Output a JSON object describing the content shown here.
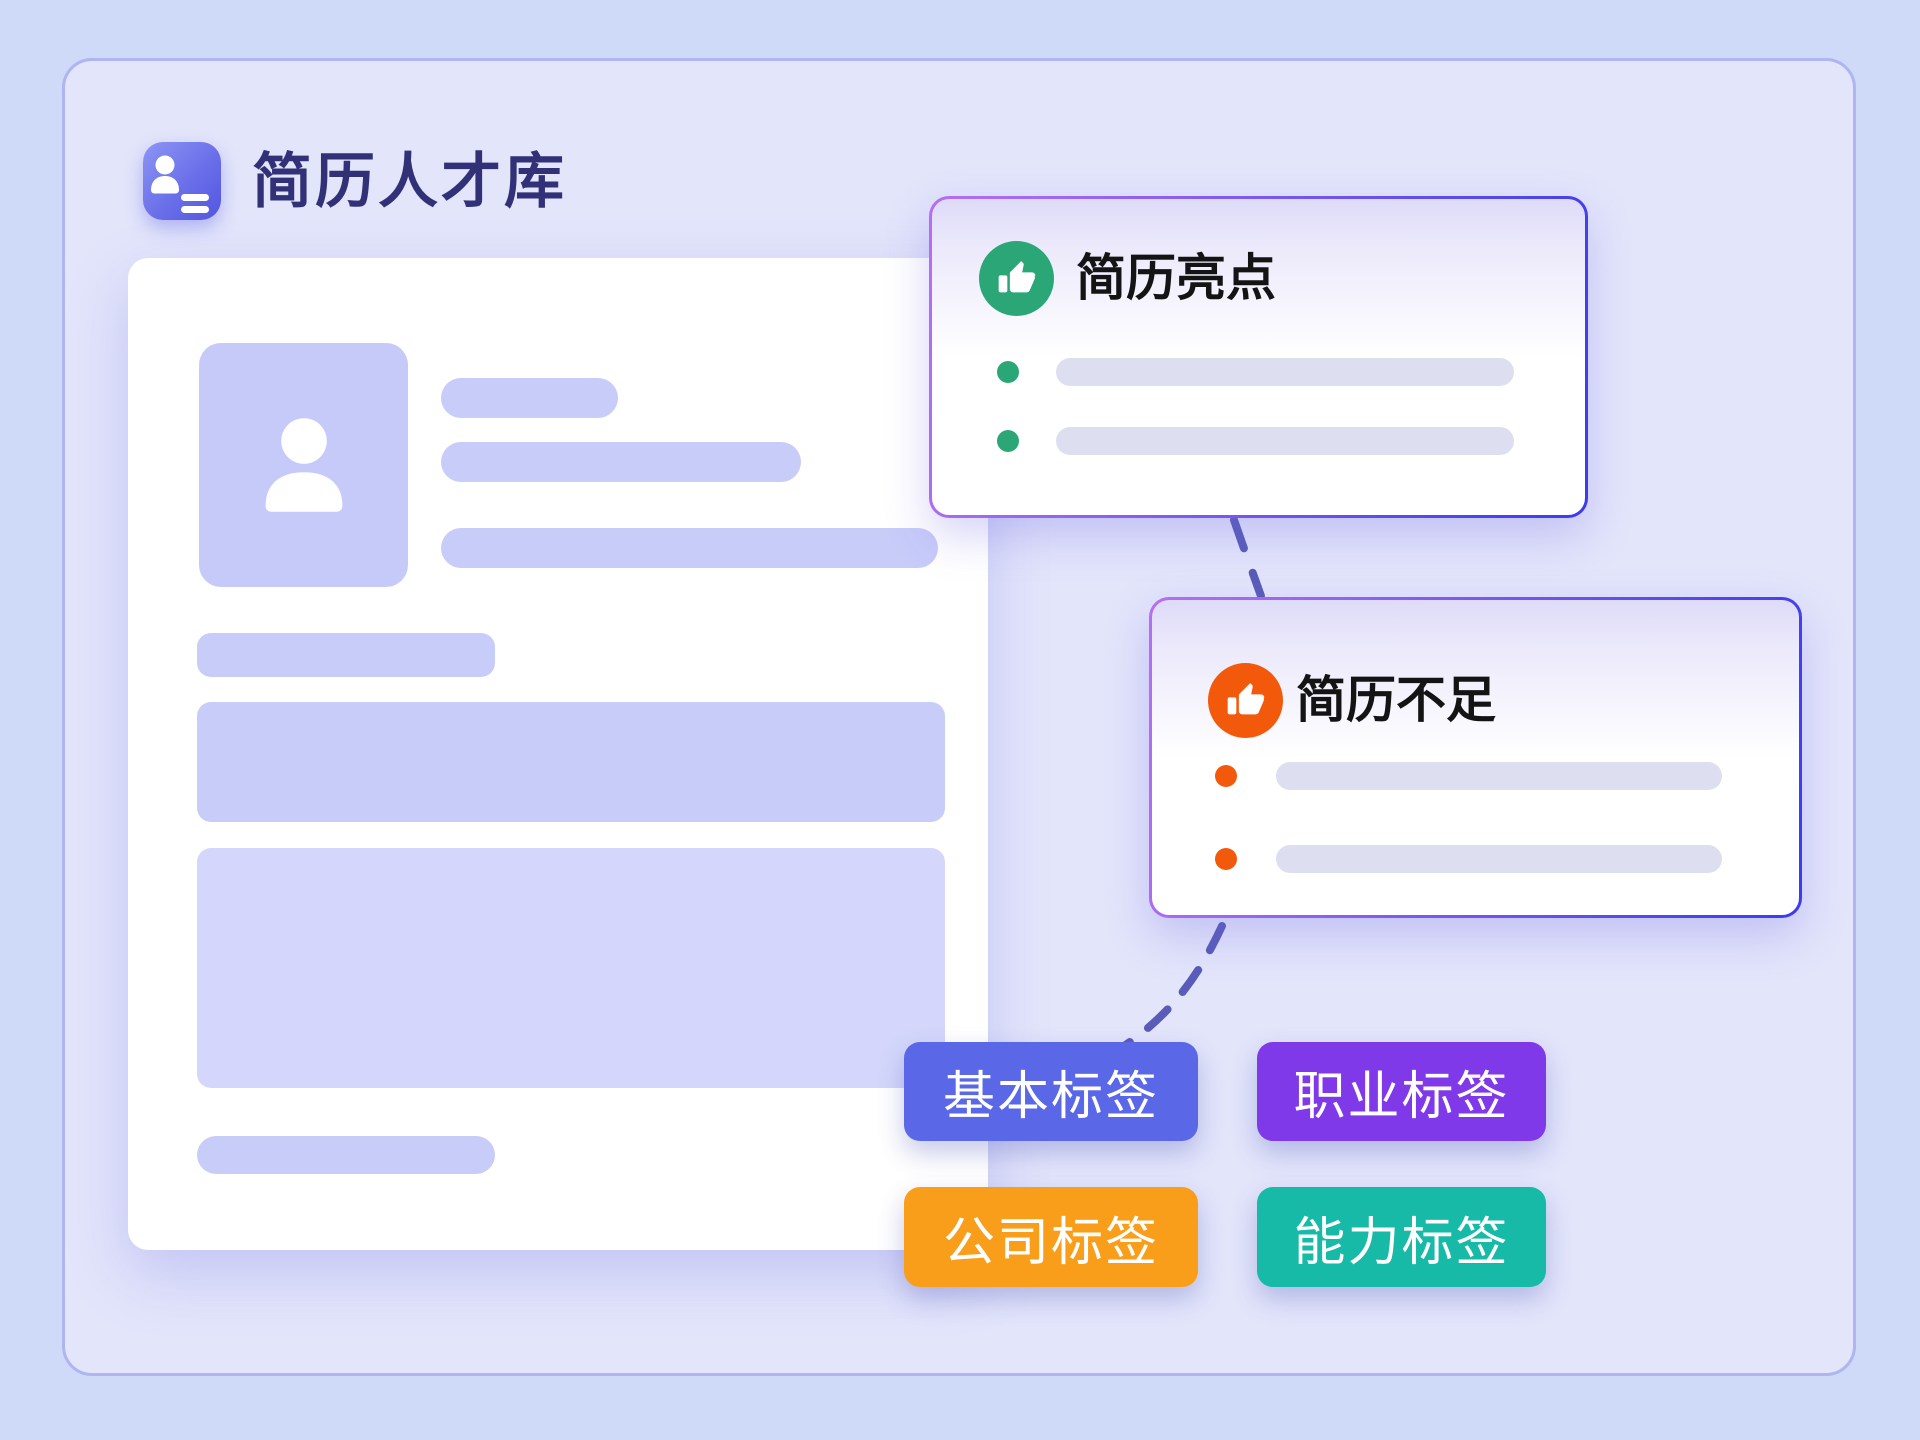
{
  "header": {
    "title": "简历人才库",
    "icon": "id-card-icon"
  },
  "resume_card": {
    "type": "skeleton-resume-preview",
    "avatar_icon": "person-icon"
  },
  "callouts": {
    "highlights": {
      "title": "简历亮点",
      "icon": "thumbs-up-icon",
      "accent": "#2BA777",
      "bullet_count": 2
    },
    "weaknesses": {
      "title": "简历不足",
      "icon": "thumbs-up-icon",
      "accent": "#F3590B",
      "bullet_count": 2
    }
  },
  "tags": {
    "basic": {
      "label": "基本标签",
      "color": "#5A68E8"
    },
    "career": {
      "label": "职业标签",
      "color": "#8039E9"
    },
    "company": {
      "label": "公司标签",
      "color": "#F99E1B"
    },
    "ability": {
      "label": "能力标签",
      "color": "#17B9A7"
    }
  },
  "colors": {
    "page_bg": "#CFD9F8",
    "panel_bg": "#E3E5FB",
    "panel_border": "#AEB5EF",
    "title_text": "#323178",
    "skeleton": "#C8CCF9",
    "skeleton_light": "#D4D7FB",
    "bullet_bar": "#DDDEF0",
    "callout_border_gradient_start": "#B66FF2",
    "callout_border_gradient_end": "#3B3CEE",
    "connector": "#5A5CB8"
  }
}
